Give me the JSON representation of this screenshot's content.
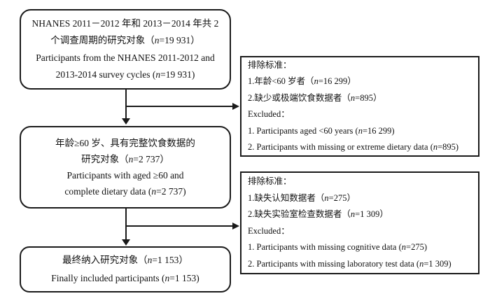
{
  "colors": {
    "line": "#1a1a1a",
    "background": "#ffffff"
  },
  "boxes": {
    "top": {
      "lines": [
        "NHANES 2011－2012 年和 2013－2014 年共 2",
        "个调查周期的研究对象（n=19 931）",
        "Participants from the NHANES 2011-2012 and",
        "2013-2014 survey cycles (n=19 931)"
      ]
    },
    "exclusion1": {
      "lines": [
        "排除标准：",
        "1.年龄<60 岁者（n=16 299）",
        "2.缺少或极端饮食数据者（n=895）",
        "Excluded：",
        "1. Participants aged <60 years (n=16 299)",
        "2. Participants with missing or extreme dietary data (n=895)"
      ]
    },
    "middle": {
      "lines": [
        "年龄≥60 岁、具有完整饮食数据的",
        "研究对象（n=2 737）",
        "Participants with aged ≥60 and",
        "complete dietary data (n=2 737)"
      ]
    },
    "exclusion2": {
      "lines": [
        "排除标准：",
        "1.缺失认知数据者（n=275）",
        "2.缺失实验室检查数据者（n=1 309）",
        "Excluded：",
        "1. Participants with missing cognitive data (n=275)",
        "2. Participants with missing laboratory test data (n=1 309)"
      ]
    },
    "bottom": {
      "lines": [
        "最终纳入研究对象（n=1 153）",
        "Finally included participants (n=1 153)"
      ]
    }
  }
}
